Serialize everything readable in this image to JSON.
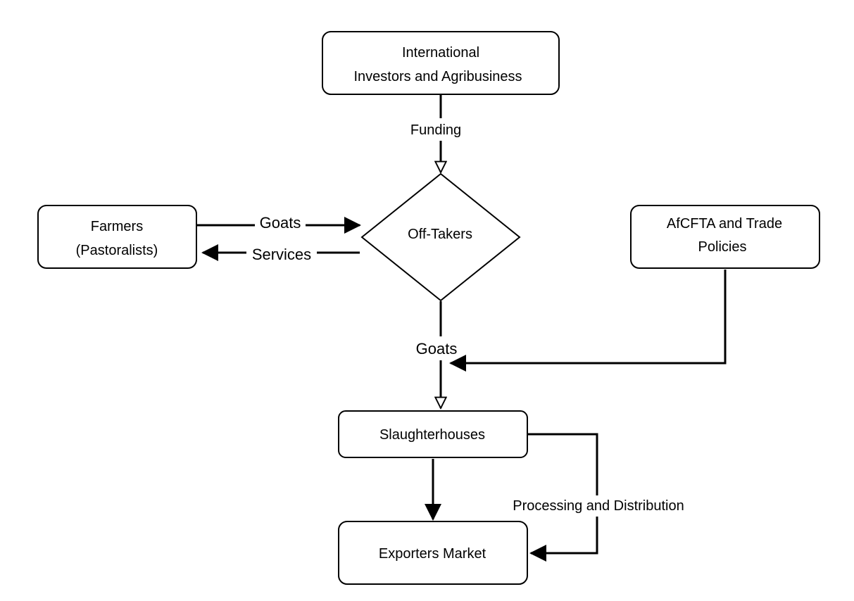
{
  "nodes": {
    "investors": {
      "line1": "International",
      "line2": "Investors and Agribusiness"
    },
    "offtakers": {
      "label": "Off-Takers"
    },
    "farmers": {
      "line1": "Farmers",
      "line2": "(Pastoralists)"
    },
    "afcfta": {
      "line1": "AfCFTA and Trade",
      "line2": "Policies"
    },
    "slaughterhouses": {
      "label": "Slaughterhouses"
    },
    "exporters": {
      "label": "Exporters Market"
    }
  },
  "edges": {
    "funding": "Funding",
    "goats_farmers": "Goats",
    "services": "Services",
    "goats_slaughter": "Goats",
    "processing": "Processing and Distribution"
  }
}
